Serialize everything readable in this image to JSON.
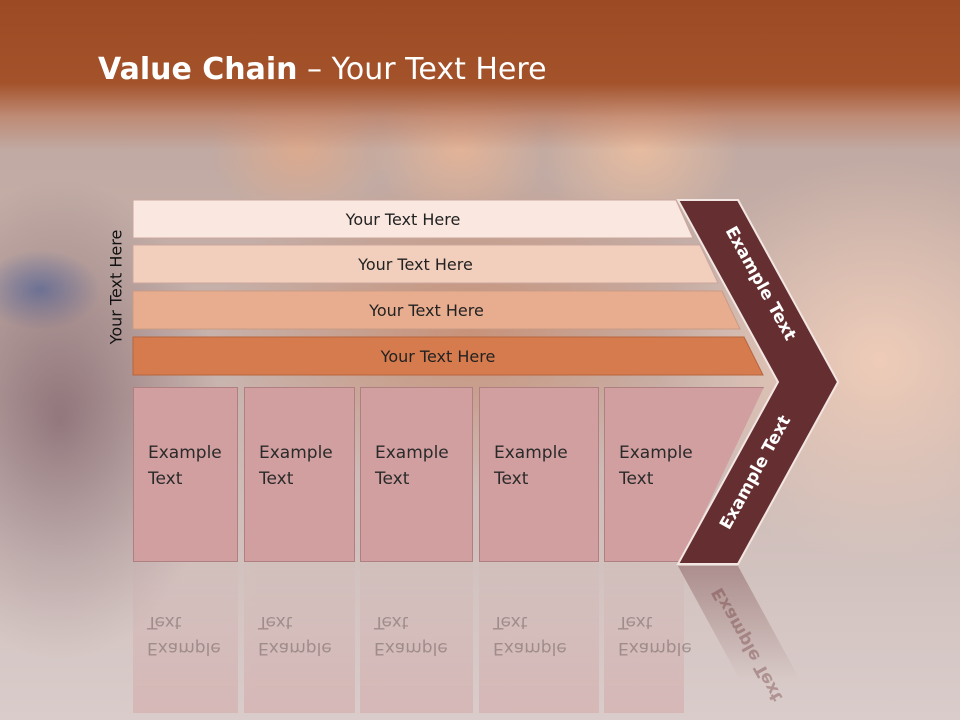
{
  "slide": {
    "title_strong": "Value Chain",
    "title_rest": " – Your Text Here"
  },
  "side_label": "Your Text Here",
  "bars": [
    {
      "label": "Your Text Here",
      "color": "#f9e7e0"
    },
    {
      "label": "Your Text Here",
      "color": "#f2cfbd"
    },
    {
      "label": "Your Text Here",
      "color": "#e8ad8f"
    },
    {
      "label": "Your Text Here",
      "color": "#d67b4e"
    }
  ],
  "boxes": [
    {
      "line1": "Example",
      "line2": "Text"
    },
    {
      "line1": "Example",
      "line2": "Text"
    },
    {
      "line1": "Example",
      "line2": "Text"
    },
    {
      "line1": "Example",
      "line2": "Text"
    },
    {
      "line1": "Example",
      "line2": "Text"
    }
  ],
  "chevron": {
    "upper_label": "Example Text",
    "lower_label": "Example Text",
    "color": "#652f32"
  },
  "colors": {
    "header": "#a3522a",
    "box_fill": "#d19fa0"
  }
}
